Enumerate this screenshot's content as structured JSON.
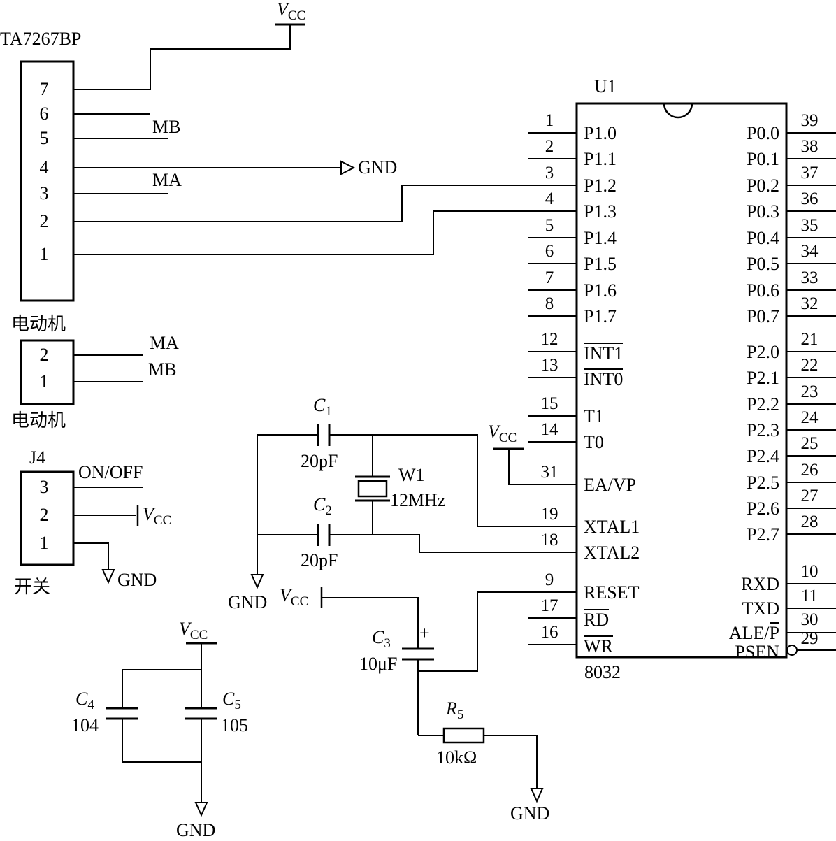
{
  "ta7267bp": {
    "title": "TA7267BP",
    "pins": [
      "7",
      "6",
      "5",
      "4",
      "3",
      "2",
      "1"
    ],
    "net_mb": "MB",
    "net_ma": "MA"
  },
  "u1": {
    "ref": "U1",
    "part": "8032",
    "left": [
      {
        "num": "1",
        "label": "P1.0"
      },
      {
        "num": "2",
        "label": "P1.1"
      },
      {
        "num": "3",
        "label": "P1.2"
      },
      {
        "num": "4",
        "label": "P1.3"
      },
      {
        "num": "5",
        "label": "P1.4"
      },
      {
        "num": "6",
        "label": "P1.5"
      },
      {
        "num": "7",
        "label": "P1.6"
      },
      {
        "num": "8",
        "label": "P1.7"
      },
      {
        "num": "12",
        "label": "INT1",
        "overline": true
      },
      {
        "num": "13",
        "label": "INT0",
        "overline": true
      },
      {
        "num": "15",
        "label": "T1"
      },
      {
        "num": "14",
        "label": "T0"
      },
      {
        "num": "31",
        "label": "EA/VP"
      },
      {
        "num": "19",
        "label": "XTAL1"
      },
      {
        "num": "18",
        "label": "XTAL2"
      },
      {
        "num": "9",
        "label": "RESET"
      },
      {
        "num": "17",
        "label": "RD",
        "overline": true
      },
      {
        "num": "16",
        "label": "WR",
        "overline": true
      }
    ],
    "right": [
      {
        "num": "39",
        "label": "P0.0"
      },
      {
        "num": "38",
        "label": "P0.1"
      },
      {
        "num": "37",
        "label": "P0.2"
      },
      {
        "num": "36",
        "label": "P0.3"
      },
      {
        "num": "35",
        "label": "P0.4"
      },
      {
        "num": "34",
        "label": "P0.5"
      },
      {
        "num": "33",
        "label": "P0.6"
      },
      {
        "num": "32",
        "label": "P0.7"
      },
      {
        "num": "21",
        "label": "P2.0"
      },
      {
        "num": "22",
        "label": "P2.1"
      },
      {
        "num": "23",
        "label": "P2.2"
      },
      {
        "num": "24",
        "label": "P2.3"
      },
      {
        "num": "25",
        "label": "P2.4"
      },
      {
        "num": "26",
        "label": "P2.5"
      },
      {
        "num": "27",
        "label": "P2.6"
      },
      {
        "num": "28",
        "label": "P2.7"
      },
      {
        "num": "10",
        "label": "RXD"
      },
      {
        "num": "11",
        "label": "TXD"
      },
      {
        "num": "30",
        "label": "ALE/",
        "label_ovl": "P"
      },
      {
        "num": "29",
        "label": "PSEN"
      }
    ]
  },
  "motor": {
    "name_top": "电动机",
    "name_bottom": "电动机",
    "pins": [
      "2",
      "1"
    ],
    "net_ma": "MA",
    "net_mb": "MB"
  },
  "j4": {
    "ref": "J4",
    "name": "开关",
    "pins": [
      "3",
      "2",
      "1"
    ],
    "onoff": "ON/OFF"
  },
  "power": {
    "v": "V",
    "cc": "CC",
    "gnd": "GND"
  },
  "components": {
    "c1": {
      "ref": "C",
      "sub": "1",
      "value": "20pF"
    },
    "c2": {
      "ref": "C",
      "sub": "2",
      "value": "20pF"
    },
    "c3": {
      "ref": "C",
      "sub": "3",
      "value": "10μF",
      "plus": "+"
    },
    "c4": {
      "ref": "C",
      "sub": "4",
      "value": "104"
    },
    "c5": {
      "ref": "C",
      "sub": "5",
      "value": "105"
    },
    "w1": {
      "ref": "W1",
      "value": "12MHz"
    },
    "r5": {
      "ref": "R",
      "sub": "5",
      "value": "10kΩ"
    }
  }
}
